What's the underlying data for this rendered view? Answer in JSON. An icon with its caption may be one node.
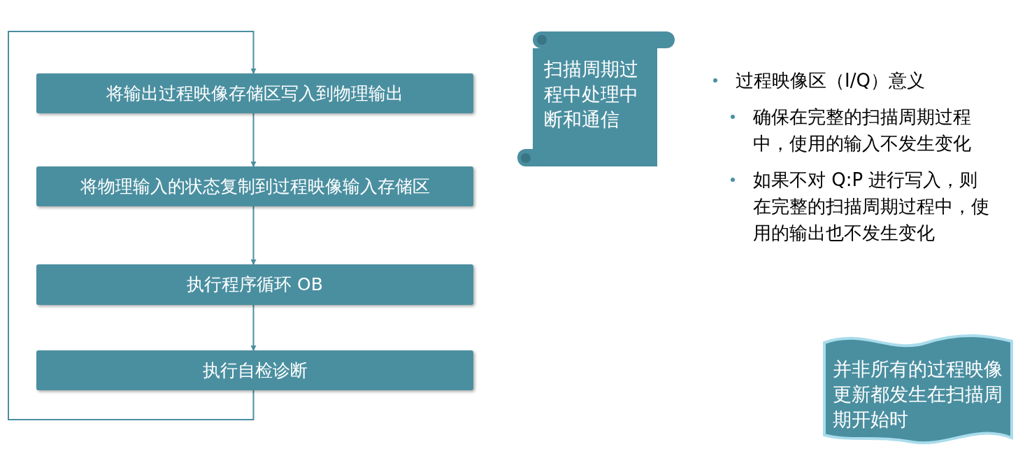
{
  "diagram": {
    "nodes": [
      {
        "text": [
          "将输出过程映像存储区写入到物理输出"
        ]
      },
      {
        "text": [
          "将物理输入的状态复制到过程映像输入存储区"
        ]
      },
      {
        "text": [
          "执行程序循环 OB"
        ]
      },
      {
        "text": [
          "执行自检诊断"
        ]
      },
      {
        "text": [
          "扫描周期过程中处理中断和通信"
        ]
      },
      {
        "text": [
          "并非所有的过程映像更新都发生在扫描周期开始时"
        ]
      }
    ],
    "edges": [
      {
        "from": 0,
        "to": 1,
        "arrow": "to"
      },
      {
        "from": 1,
        "to": 2,
        "arrow": "to"
      },
      {
        "from": 2,
        "to": 3,
        "arrow": "to"
      },
      {
        "from": 3,
        "to": 0,
        "arrow": "to"
      }
    ],
    "labels": [
      "过程映像区（I/Q）意义",
      "确保在完整的扫描周期过程中，使用的输入不发生变化",
      "如果不对 Q:P 进行写入，则在完整的扫描周期过程中，使用的输出也不发生变化"
    ]
  }
}
